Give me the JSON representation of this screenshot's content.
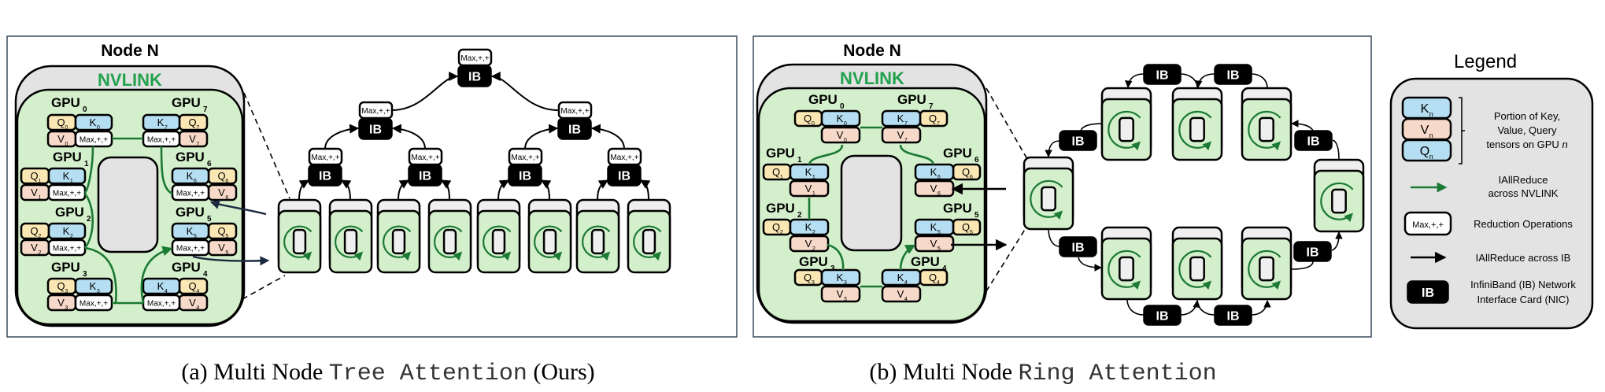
{
  "node_title": "Node N",
  "nvlink_label": "NVLINK",
  "gpu_label": "GPU",
  "gpu_indices": [
    "0",
    "1",
    "2",
    "3",
    "4",
    "5",
    "6",
    "7"
  ],
  "tensors": {
    "q": "Q",
    "k": "K",
    "v": "V"
  },
  "reduction_label": "Max,+,+",
  "ib_label": "IB",
  "colors": {
    "key": "#b5def2",
    "value": "#f7d9c9",
    "query": "#fbe7b4",
    "nvlink_green": "#1c7a34",
    "nvlink_text": "#23a24d",
    "node_fill": "#d4efcb",
    "panel_grey": "#e3e3e3",
    "ib_black": "#000000",
    "node_arrow": "#1b2a41"
  },
  "legend": {
    "title": "Legend",
    "kvq_sub": "n",
    "kvq_desc": [
      "Portion of Key,",
      "Value, Query",
      "tensors on GPU "
    ],
    "kvq_desc_italic": "n",
    "nvlink_desc": [
      "IAllReduce",
      "across NVLINK"
    ],
    "reduction_desc": "Reduction Operations",
    "ib_arrow_desc": "IAllReduce across IB",
    "ib_desc": [
      "InfiniBand (IB) Network",
      "Interface Card (NIC)"
    ]
  },
  "captions": {
    "a": {
      "prefix": "(a) Multi Node ",
      "mono": "Tree Attention",
      "suffix": " (Ours)"
    },
    "b": {
      "prefix": "(b) Multi Node ",
      "mono": "Ring Attention"
    }
  }
}
